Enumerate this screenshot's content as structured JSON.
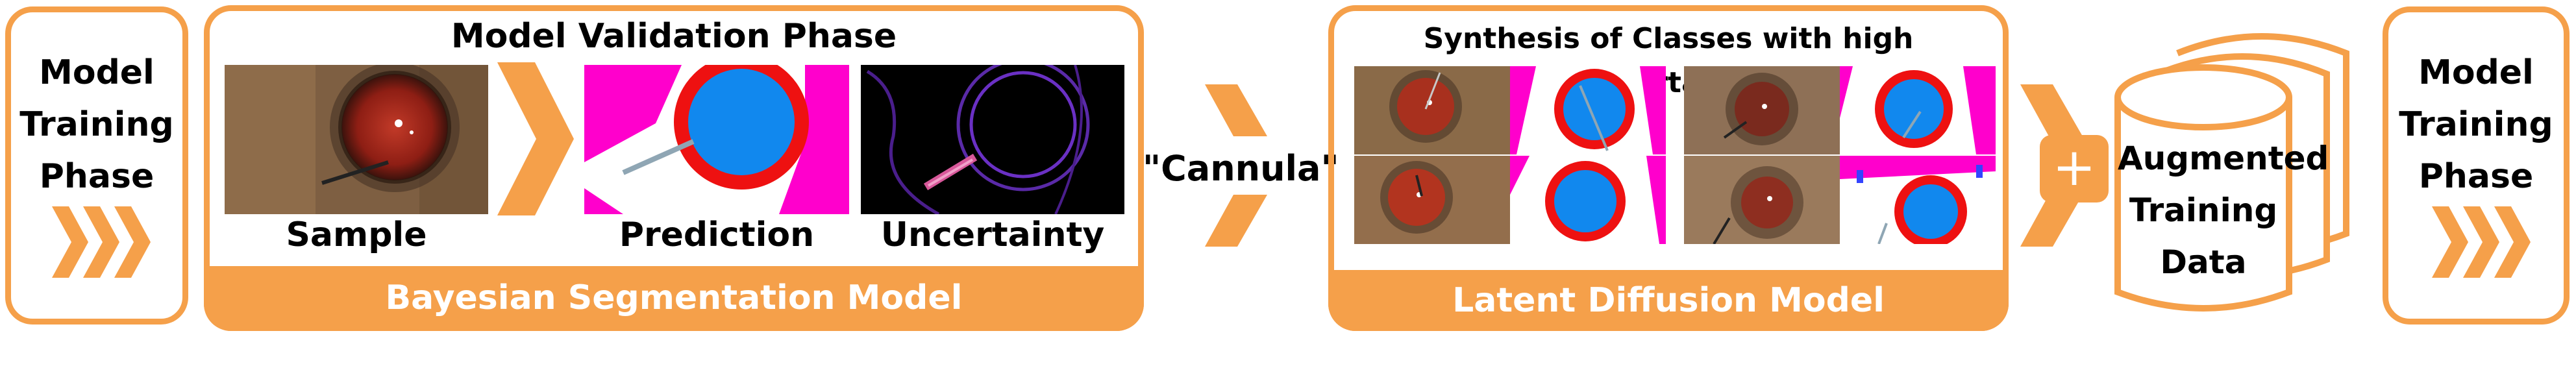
{
  "left_panel": {
    "title_lines": [
      "Model",
      "Training",
      "Phase"
    ]
  },
  "validation": {
    "title": "Model Validation Phase",
    "sample_label": "Sample",
    "prediction_label": "Prediction",
    "uncertainty_label": "Uncertainty",
    "footer": "Bayesian Segmentation Model"
  },
  "middle": {
    "class_label": "\"Cannula\""
  },
  "synthesis": {
    "title": "Synthesis of Classes with high Uncertainty",
    "footer": "Latent Diffusion Model"
  },
  "combine": {
    "plus": "+"
  },
  "database": {
    "lines": [
      "Augmented",
      "Training",
      "Data"
    ]
  },
  "right_panel": {
    "title_lines": [
      "Model",
      "Training",
      "Phase"
    ]
  },
  "colors": {
    "accent": "#F5A04A",
    "mask_magenta": "#FF00CC",
    "mask_red": "#EE1111",
    "mask_blue": "#1188EE"
  }
}
